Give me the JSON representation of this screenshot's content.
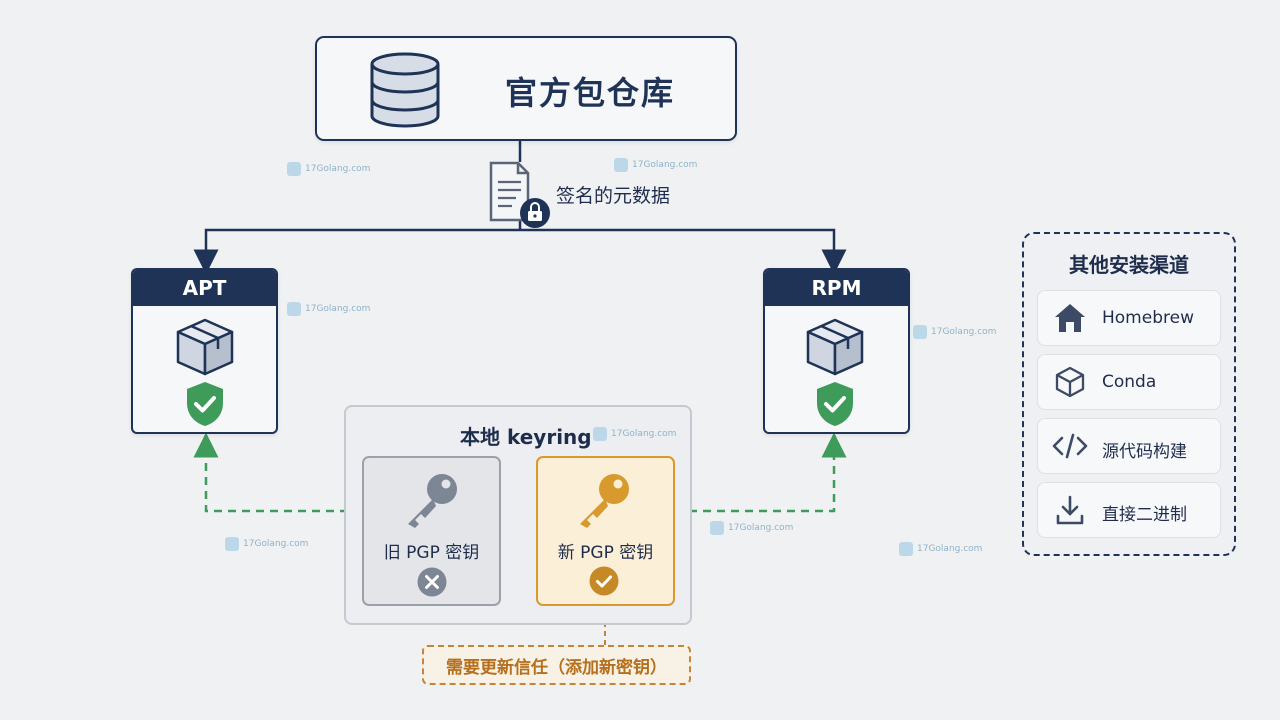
{
  "repository": {
    "title": "官方包仓库",
    "icon": "database-icon"
  },
  "metadata": {
    "label": "签名的元数据",
    "icon": "signed-document-icon"
  },
  "package_managers": [
    {
      "name": "APT",
      "icon": "package-box-icon",
      "status_icon": "shield-check-icon"
    },
    {
      "name": "RPM",
      "icon": "package-box-icon",
      "status_icon": "shield-check-icon"
    }
  ],
  "keyring": {
    "title": "本地 keyring",
    "old_key": {
      "label": "旧 PGP 密钥",
      "status_icon": "x-circle-icon"
    },
    "new_key": {
      "label": "新 PGP 密钥",
      "status_icon": "check-circle-icon"
    }
  },
  "trust_note": "需要更新信任（添加新密钥）",
  "other_channels": {
    "title": "其他安装渠道",
    "items": [
      {
        "label": "Homebrew",
        "icon": "house-icon"
      },
      {
        "label": "Conda",
        "icon": "cube-icon"
      },
      {
        "label": "源代码构建",
        "icon": "code-brackets-icon"
      },
      {
        "label": "直接二进制",
        "icon": "download-icon"
      }
    ]
  },
  "watermark": "17Golang.com",
  "colors": {
    "navy": "#1f3356",
    "green": "#3e9b5a",
    "orange": "#d89a2c",
    "gray_key": "#7d8694",
    "background": "#f0f1f3"
  }
}
